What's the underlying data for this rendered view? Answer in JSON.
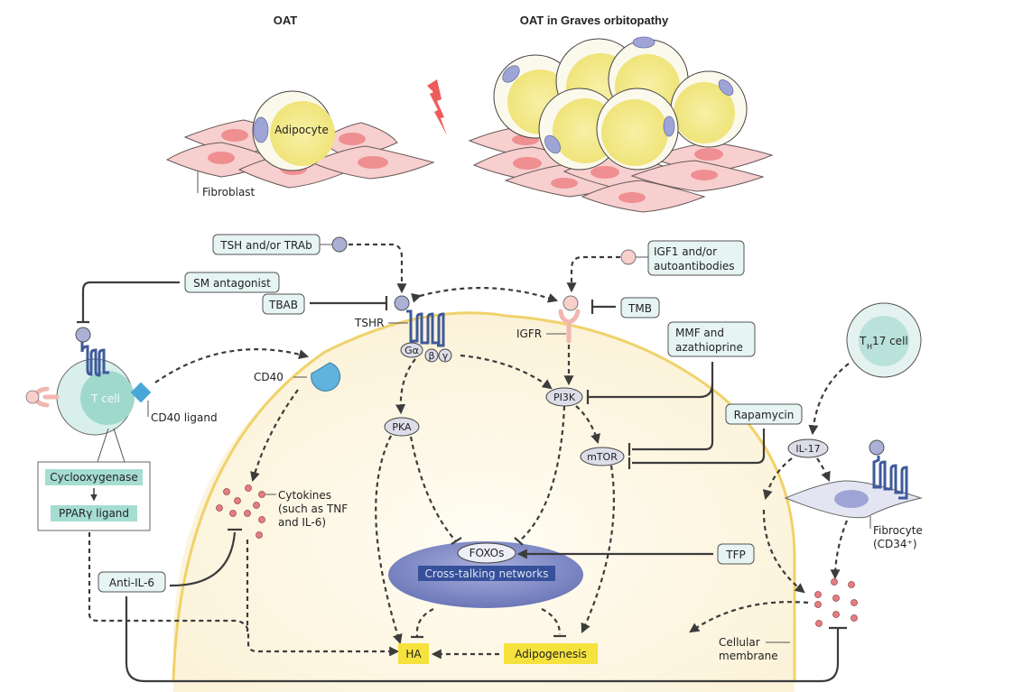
{
  "titles": {
    "normal": "OAT",
    "disease": "OAT in Graves orbitopathy"
  },
  "top_labels": {
    "adipocyte": "Adipocyte",
    "fibroblast": "Fibroblast"
  },
  "drugs": {
    "tsh_trab": "TSH and/or TRAb",
    "sm_antagonist": "SM antagonist",
    "tbab": "TBAB",
    "igf1_line1": "IGF1 and/or",
    "igf1_line2": "autoantibodies",
    "tmb": "TMB",
    "mmf_line1": "MMF and",
    "mmf_line2": "azathioprine",
    "rapamycin": "Rapamycin",
    "tfp": "TFP",
    "anti_il6": "Anti-IL-6"
  },
  "receptors": {
    "tshr": "TSHR",
    "igfr": "IGFR",
    "cd40": "CD40",
    "cd40_ligand": "CD40 ligand"
  },
  "g_protein": {
    "alpha": "Gα",
    "beta": "β",
    "gamma": "γ"
  },
  "nodes": {
    "pka": "PKA",
    "pi3k": "PI3K",
    "mtor": "mTOR",
    "il17": "IL-17",
    "foxos": "FOXOs",
    "network": "Cross-talking networks"
  },
  "cells": {
    "t_cell": "T cell",
    "th17_prefix": "T",
    "th17_sub": "H",
    "th17_suffix": "17 cell",
    "fibrocyte_line1": "Fibrocyte",
    "fibrocyte_line2": "(CD34⁺)"
  },
  "tcell_box": {
    "enzyme": "Cyclooxygenase",
    "ligand": "PPARγ ligand"
  },
  "cytokines": {
    "line1": "Cytokines",
    "line2": "(such as TNF",
    "line3": "and IL-6)"
  },
  "outcomes": {
    "ha": "HA",
    "adipogenesis": "Adipogenesis"
  },
  "membrane": {
    "line1": "Cellular",
    "line2": "membrane"
  },
  "colors": {
    "cell_fill": "#fcf6e4",
    "membrane": "#f0d26a",
    "drug_box": "#e6f4f3",
    "receptor": "#3e5a9a",
    "fibroblast": "#f7cfcf",
    "adipocyte_lipid": "#f4ea8c",
    "outcome_box": "#f5e23c",
    "network": "#7b86c4",
    "cytokine": "#e57d80",
    "lightning": "#ee5c5c"
  }
}
